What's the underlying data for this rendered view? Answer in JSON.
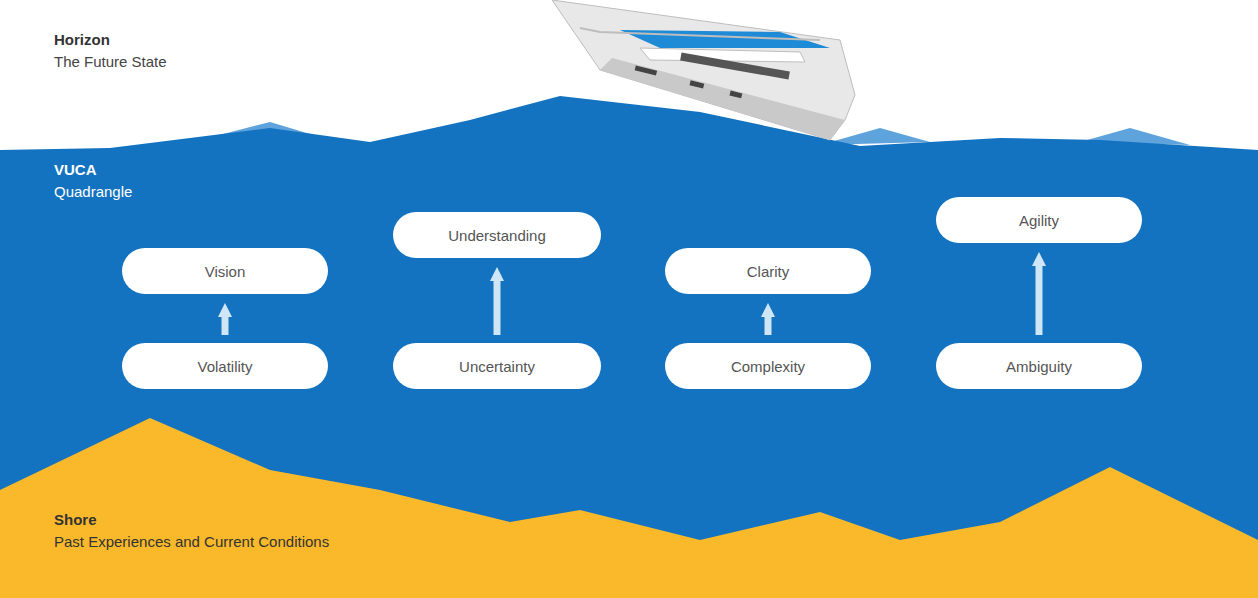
{
  "diagram": {
    "nodes": [
      {
        "text": [
          "Vision"
        ]
      },
      {
        "text": [
          "Understanding"
        ]
      },
      {
        "text": [
          "Clarity"
        ]
      },
      {
        "text": [
          "Agility"
        ]
      },
      {
        "text": [
          "Volatility"
        ]
      },
      {
        "text": [
          "Uncertainty"
        ]
      },
      {
        "text": [
          "Complexity"
        ]
      },
      {
        "text": [
          "Ambiguity"
        ]
      }
    ],
    "edges": [
      {
        "from": 4,
        "to": 0,
        "arrow": "to"
      },
      {
        "from": 5,
        "to": 1,
        "arrow": "to"
      },
      {
        "from": 6,
        "to": 2,
        "arrow": "to"
      },
      {
        "from": 7,
        "to": 3,
        "arrow": "to"
      }
    ],
    "labels": [
      "Horizon",
      "The Future State",
      "VUCA",
      "Quadrangle",
      "Shore",
      "Past Experiences and Current Conditions"
    ]
  }
}
